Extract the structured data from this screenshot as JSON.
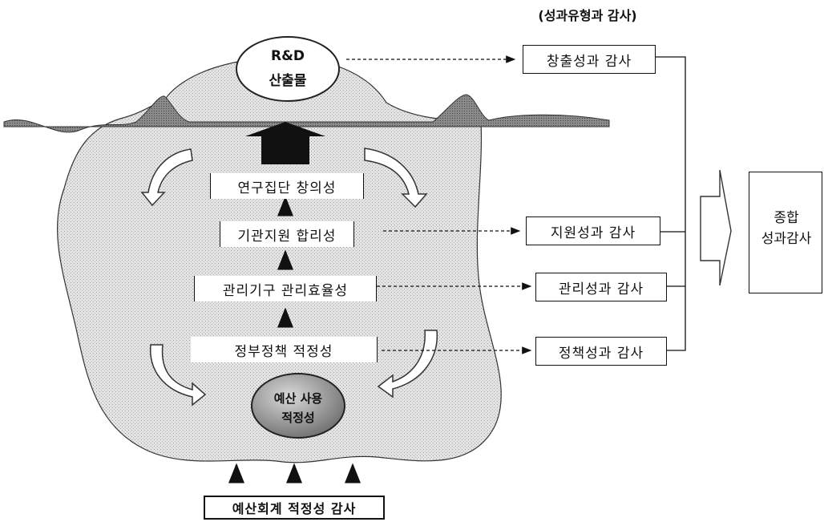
{
  "header": {
    "title": "(성과유형과 감사)"
  },
  "iceberg": {
    "tip_line1": "R&D",
    "tip_line2": "산출물",
    "levels": [
      "연구집단 창의성",
      "기관지원 합리성",
      "관리기구 관리효율성",
      "정부정책 적정성"
    ],
    "base_line1": "예산 사용",
    "base_line2": "적정성"
  },
  "audits": [
    "창출성과 감사",
    "지원성과 감사",
    "관리성과 감사",
    "정책성과 감사"
  ],
  "summary": {
    "line1": "종합",
    "line2": "성과감사"
  },
  "bottom": {
    "label": "예산회계 적정성 감사"
  }
}
